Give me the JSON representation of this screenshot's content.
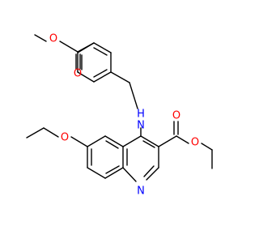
{
  "molecule": {
    "atom_labels": {
      "amine_n": "N",
      "amine_h": "H",
      "ring_n": "N",
      "ester_carbonyl_o": "O",
      "ester_ether_o": "O",
      "ether_o": "O",
      "methyl_ester_carbonyl_o": "O",
      "methyl_ester_ether_o": "O"
    },
    "colors": {
      "bond": "#000000",
      "nitrogen": "#0000ff",
      "oxygen": "#ff0000",
      "background": "#ffffff"
    }
  }
}
